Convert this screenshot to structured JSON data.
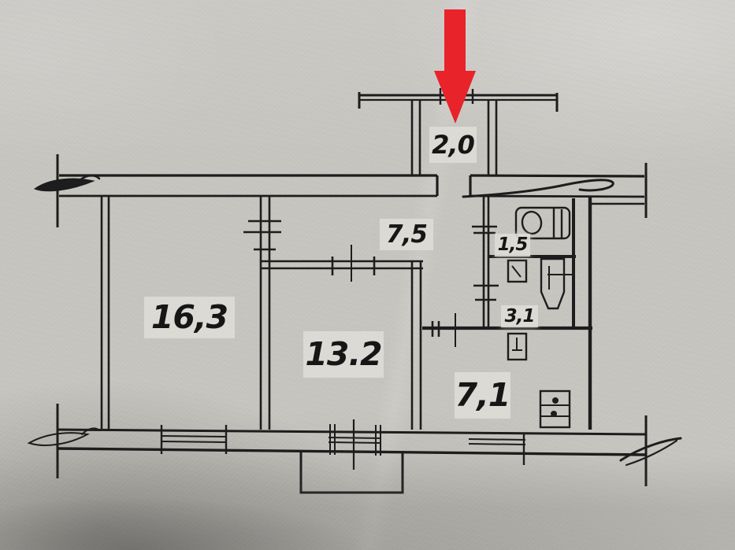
{
  "floor_plan": {
    "type": "scanned apartment floor plan",
    "rooms": [
      {
        "id": "living-room",
        "label": "16,3"
      },
      {
        "id": "bedroom",
        "label": "13.2"
      },
      {
        "id": "hallway",
        "label": "7,5"
      },
      {
        "id": "kitchen",
        "label": "7,1"
      },
      {
        "id": "toilet",
        "label": "1,5"
      },
      {
        "id": "bathroom",
        "label": "3,1"
      },
      {
        "id": "entrance-landing",
        "label": "2,0"
      }
    ],
    "fixtures": [
      "wash-basin-icon",
      "cistern-icon",
      "toilet-icon",
      "kitchen-sink-icon",
      "stove-icon"
    ],
    "entrance_marker": {
      "shape": "arrow-down",
      "color": "#e8232a"
    },
    "colors": {
      "paper": "#c7c5c0",
      "ink": "#1d1d1d",
      "label_bg": "#dddbd7"
    }
  }
}
